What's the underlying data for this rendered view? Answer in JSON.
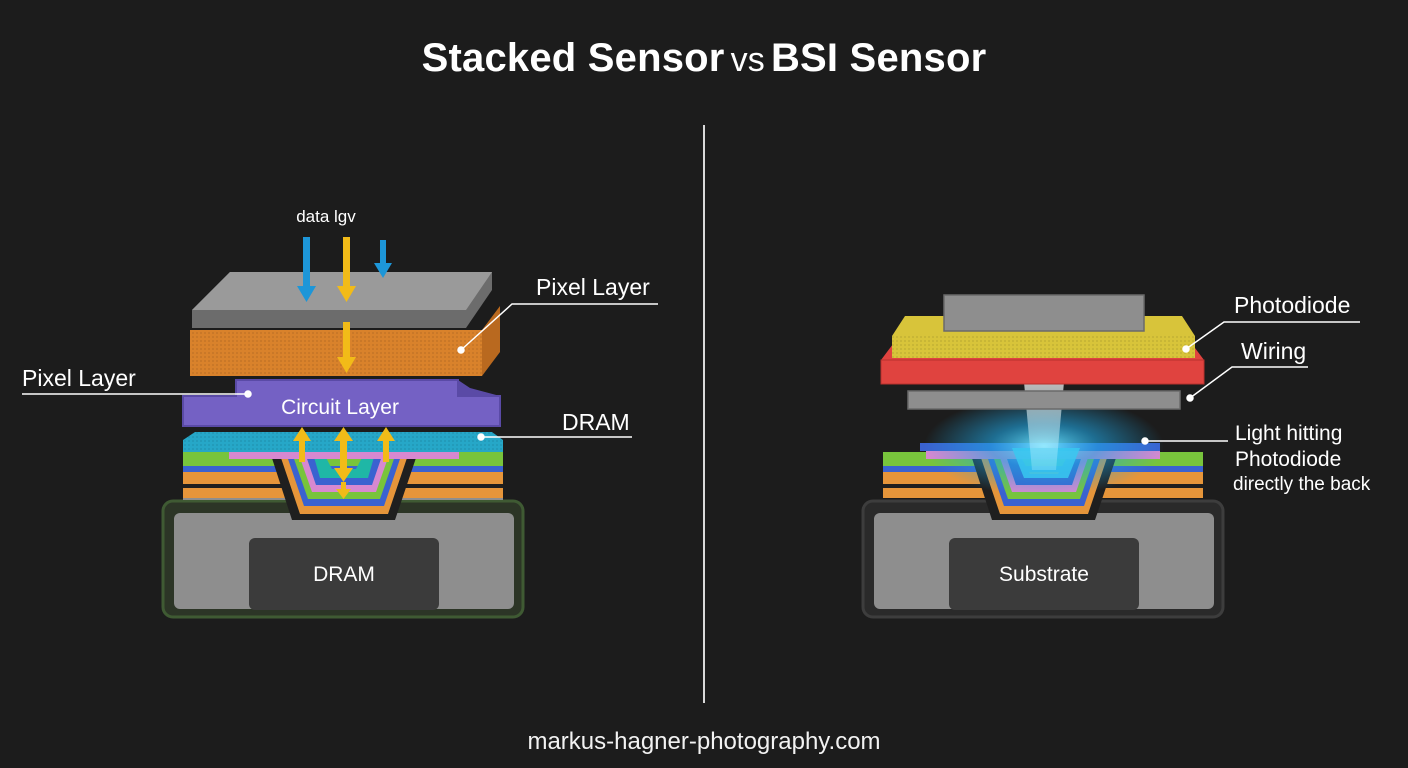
{
  "title": {
    "left": "Stacked Sensor",
    "vs": "vs",
    "right": "BSI Sensor"
  },
  "stacked": {
    "arrow_label": "data lgv",
    "label_pixel_top": "Pixel Layer",
    "label_pixel_left": "Pixel Layer",
    "label_circuit": "Circuit Layer",
    "label_dram_right": "DRAM",
    "label_base": "DRAM"
  },
  "bsi": {
    "label_photodiode": "Photodiode",
    "label_wiring": "Wiring",
    "label_light_1": "Light hitting",
    "label_light_2": "Photodiode",
    "label_light_3": "directly the back",
    "label_base": "Substrate"
  },
  "footer": "markus-hagner-photography.com",
  "colors": {
    "background": "#1c1c1c",
    "gray_plate": "#8e8e8e",
    "orange_layer": "#d9822b",
    "purple_layer": "#7461c4",
    "cyan_layer": "#26a7c8",
    "yellow_layer": "#d8c43a",
    "red_layer": "#e0433f",
    "arrow_blue": "#1d96d8",
    "arrow_yellow": "#f2bb18"
  }
}
